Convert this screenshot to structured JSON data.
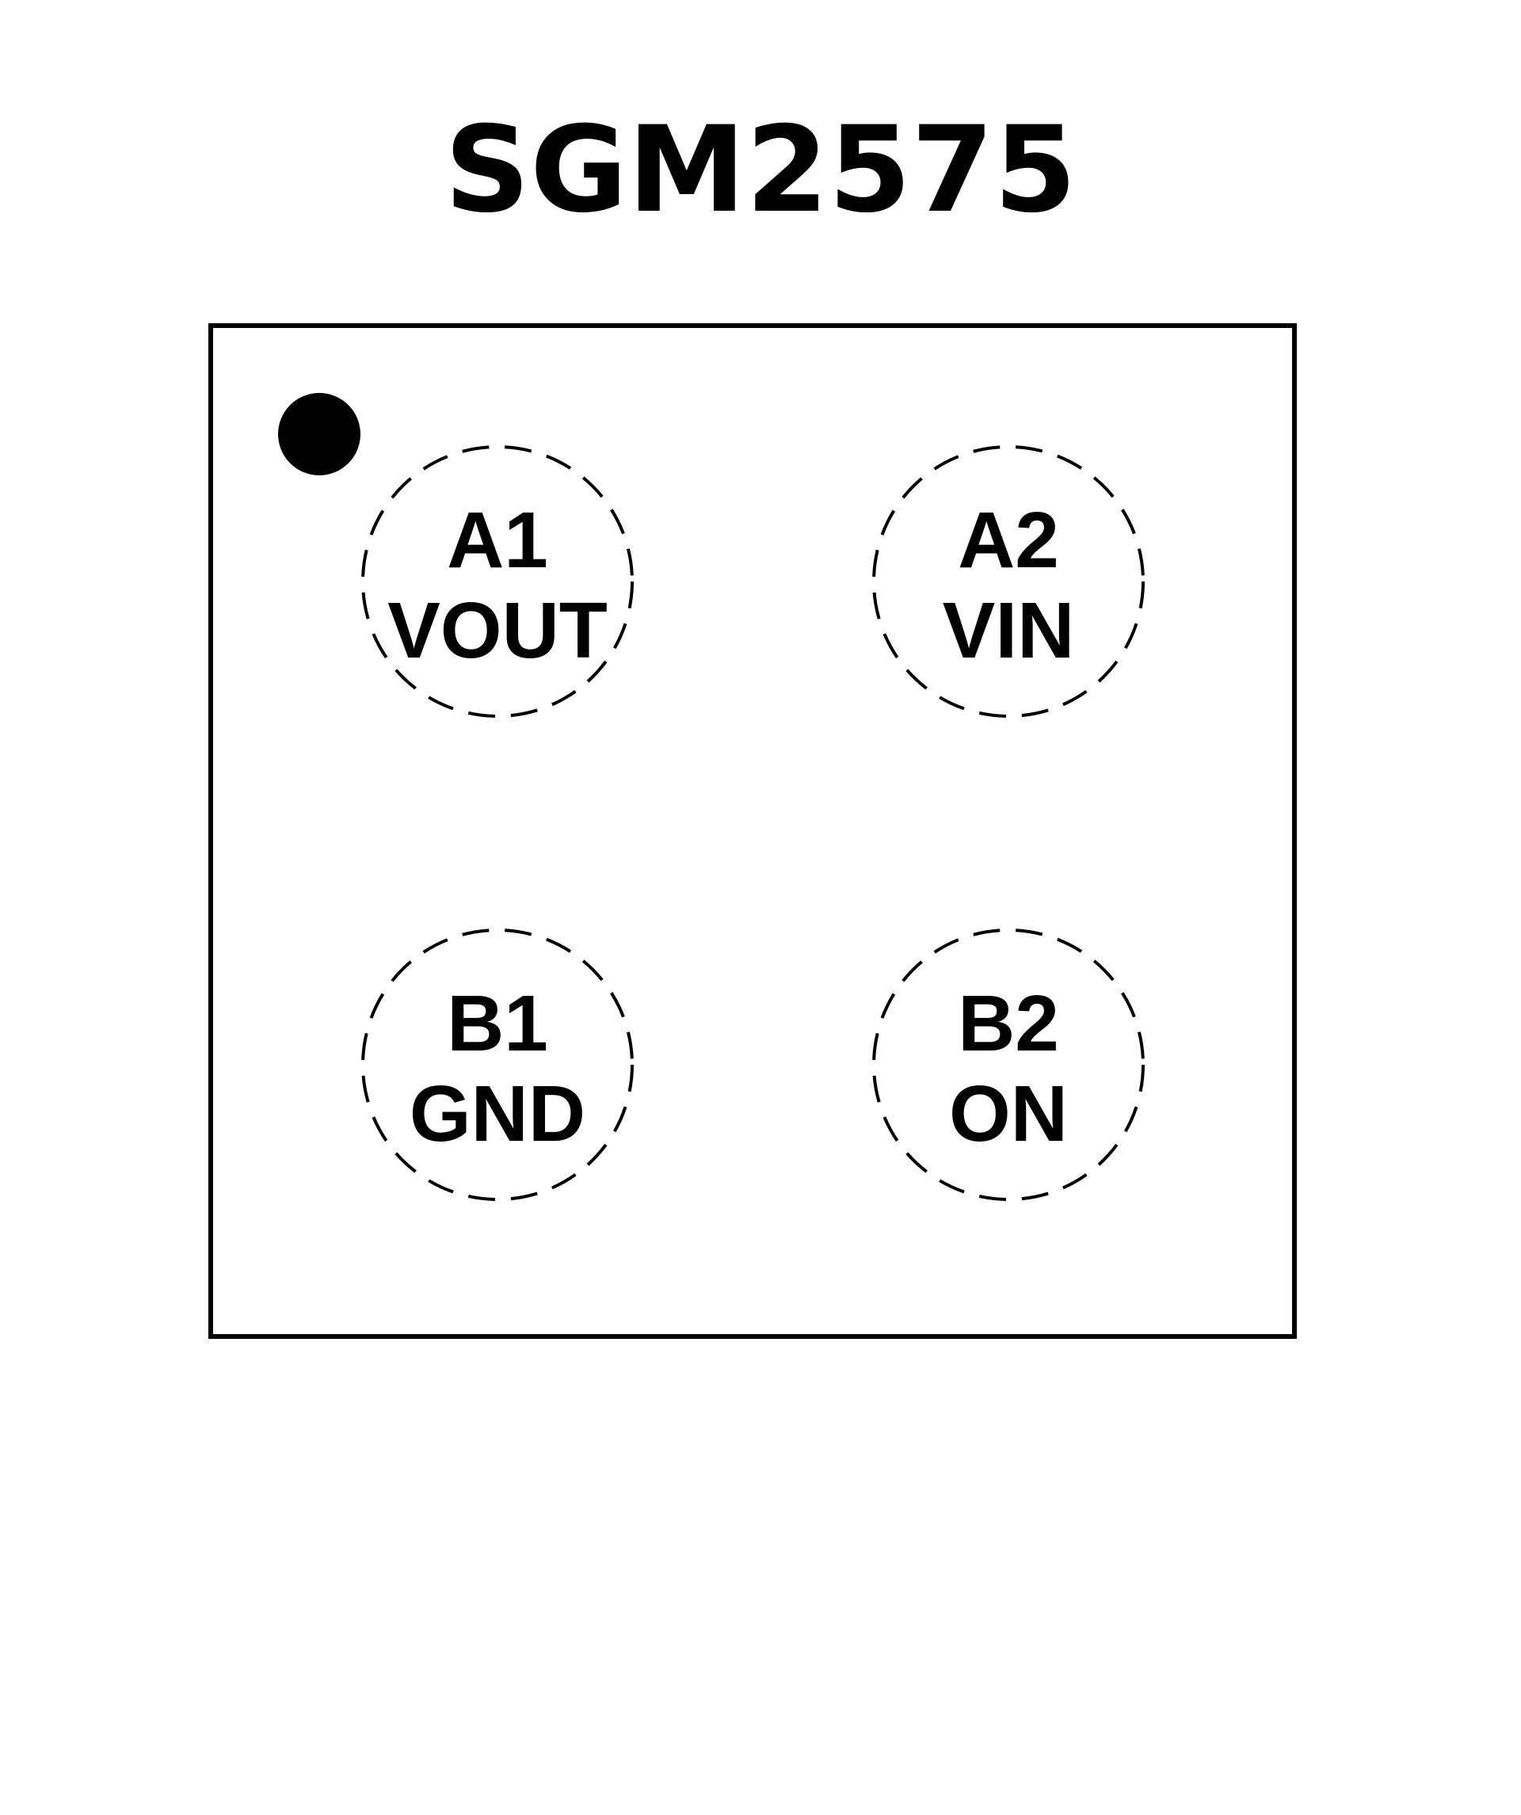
{
  "title": "SGM2575",
  "pins": [
    {
      "id": "A1",
      "name": "VOUT"
    },
    {
      "id": "A2",
      "name": "VIN"
    },
    {
      "id": "B1",
      "name": "GND"
    },
    {
      "id": "B2",
      "name": "ON"
    }
  ],
  "colors": {
    "stroke": "#000000",
    "background": "#ffffff"
  }
}
